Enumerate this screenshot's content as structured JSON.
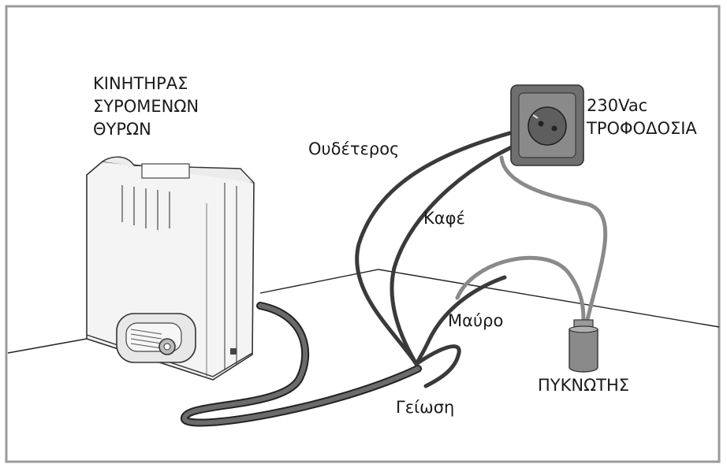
{
  "motor": {
    "title_lines": [
      "ΚΙΝΗΤΗΡΑΣ",
      "ΣΥΡΟΜΕΝΩΝ",
      "ΘΥΡΩΝ"
    ]
  },
  "power": {
    "voltage": "230Vac",
    "label": "ΤΡΟΦΟΔΟΣΙΑ"
  },
  "wires": {
    "neutral": "Ουδέτερος",
    "brown": "Καφέ",
    "black": "Μαύρο",
    "ground": "Γείωση"
  },
  "capacitor": {
    "label": "ΠΥΚΝΩΤΗΣ"
  },
  "colors": {
    "frame": "#9a9a9a",
    "dark_wire": "#3a3a3a",
    "grey_wire": "#8a8a8a",
    "socket": "#6f6f6f"
  }
}
